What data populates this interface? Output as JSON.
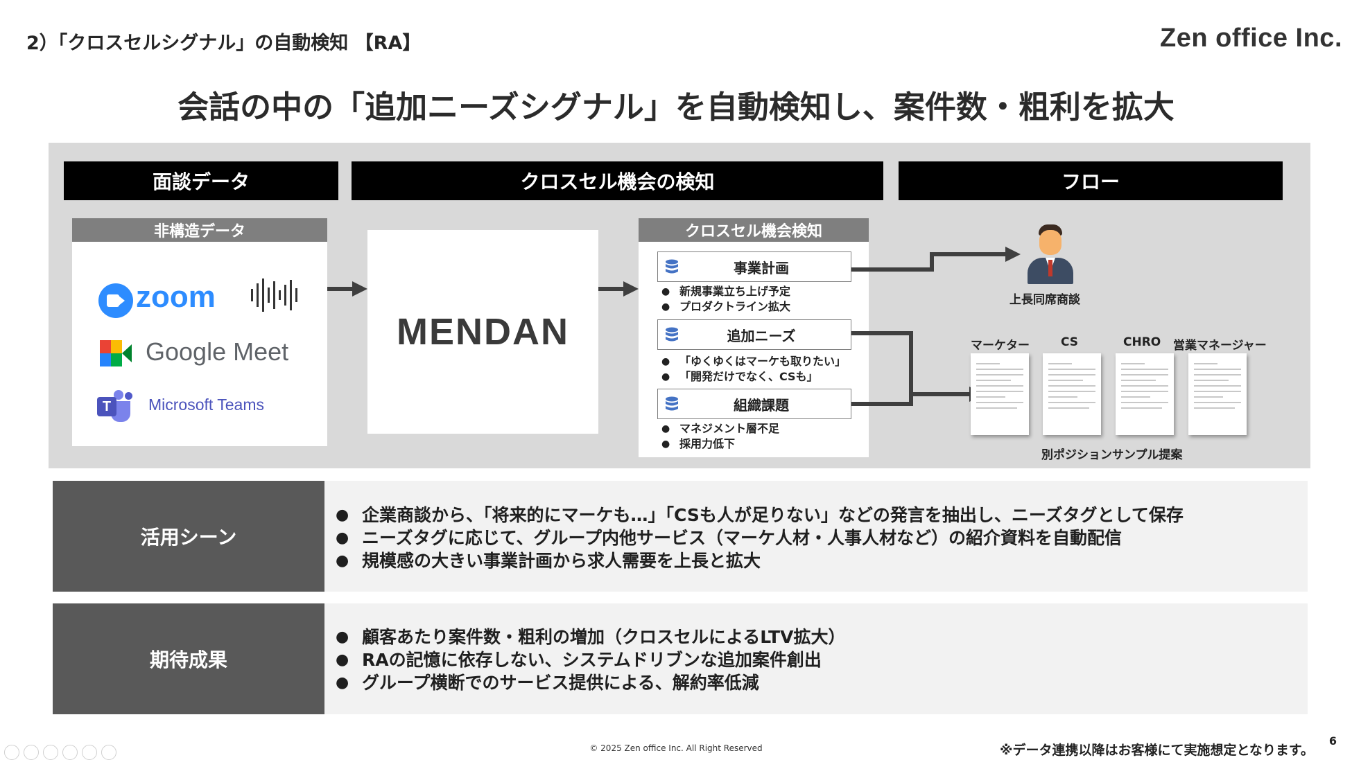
{
  "header": {
    "section_title": "2）「クロスセルシグナル」の自動検知 【RA】",
    "company": "Zen office Inc.",
    "headline": "会話の中の「追加ニーズシグナル」を自動検知し、案件数・粗利を拡大"
  },
  "columns": {
    "col1_title": "面談データ",
    "col2_title": "クロスセル機会の検知",
    "col3_title": "フロー"
  },
  "unstructured": {
    "title": "非構造データ",
    "zoom_label": "zoom",
    "meet_label": "Google Meet",
    "teams_label": "Microsoft Teams"
  },
  "mendan": {
    "logo_text": "MENDAN"
  },
  "detection": {
    "title": "クロスセル機会検知",
    "items": [
      {
        "label": "事業計画",
        "bullets": [
          "新規事業立ち上げ予定",
          "プロダクトライン拡大"
        ]
      },
      {
        "label": "追加ニーズ",
        "bullets": [
          "「ゆくゆくはマーケも取りたい」",
          "「開発だけでなく、CSも」"
        ]
      },
      {
        "label": "組織課題",
        "bullets": [
          "マネジメント層不足",
          "採用力低下"
        ]
      }
    ]
  },
  "flow": {
    "boss_label": "上長同席商談",
    "positions": [
      "マーケター",
      "CS",
      "CHRO",
      "営業マネージャー"
    ],
    "proposal_label": "別ポジションサンプル提案"
  },
  "use_scene": {
    "label": "活用シーン",
    "bullets": [
      "企業商談から、「将来的にマーケも…」「CSも人が足りない」などの発言を抽出し、ニーズタグとして保存",
      "ニーズタグに応じて、グループ内他サービス（マーケ人材・人事人材など）の紹介資料を自動配信",
      "規模感の大きい事業計画から求人需要を上長と拡大"
    ]
  },
  "expected": {
    "label": "期待成果",
    "bullets": [
      "顧客あたり案件数・粗利の増加（クロスセルによるLTV拡大）",
      "RAの記憶に依存しない、システムドリブンな追加案件創出",
      "グループ横断でのサービス提供による、解約率低減"
    ]
  },
  "footer": {
    "copyright": "© 2025 Zen office Inc. All Right Reserved",
    "note": "※データ連携以降はお客様にて実施想定となります。",
    "page_number": "6"
  },
  "colors": {
    "black_header": "#000000",
    "gray_panel": "#d9d9d9",
    "sub_header": "#7f7f7f",
    "row_label": "#595959",
    "zoom_blue": "#2d8cff",
    "db_icon_blue": "#4472c4"
  }
}
